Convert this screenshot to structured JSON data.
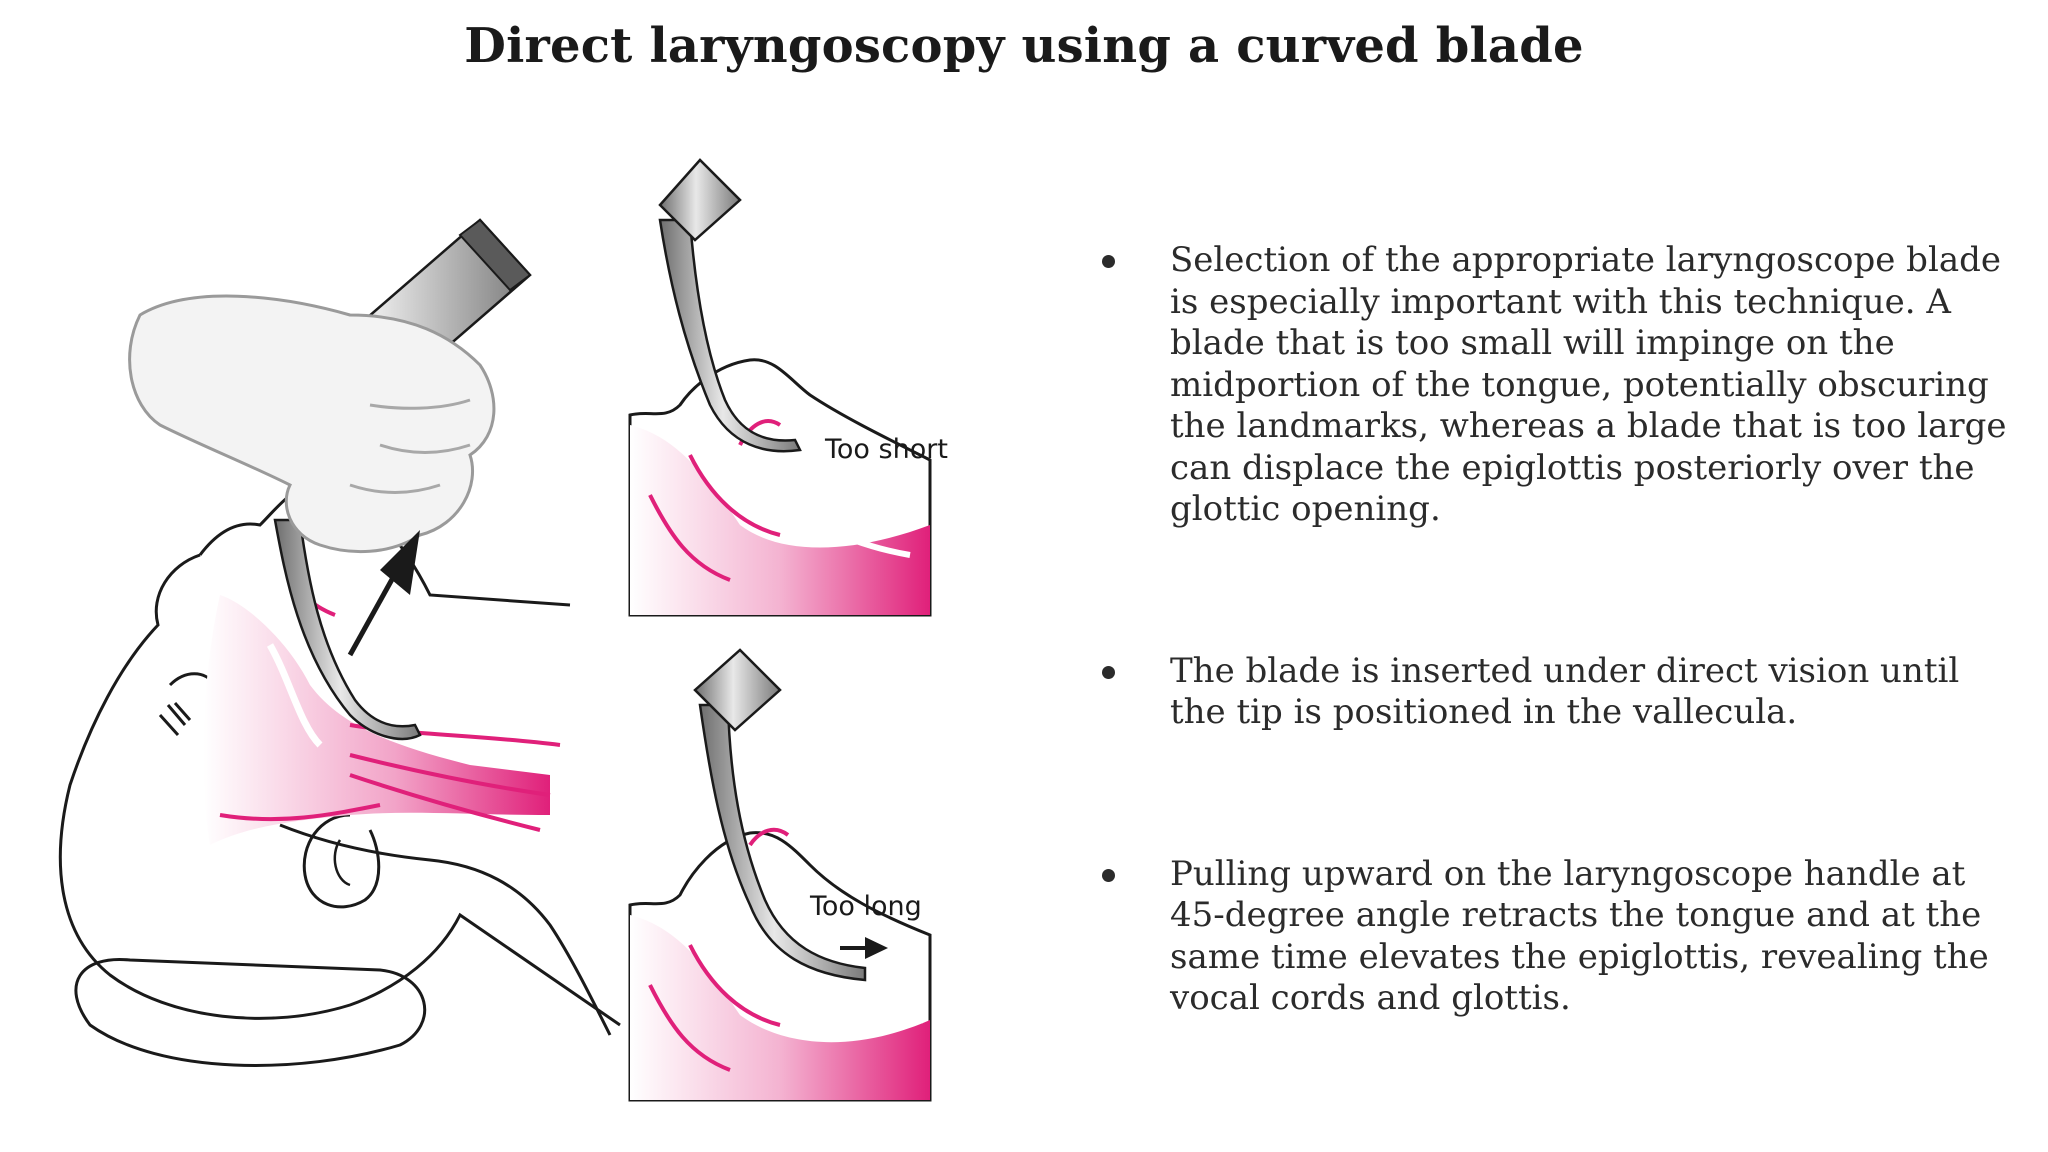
{
  "slide": {
    "title": "Direct laryngoscopy using a curved blade"
  },
  "illustration": {
    "labels": {
      "too_short": "Too short",
      "too_long": "Too long"
    },
    "colors": {
      "tissue": "#e0207a",
      "outline": "#1a1a1a",
      "metal": "#9a9a9a"
    }
  },
  "bullets": [
    "Selection of the appropriate laryngoscope blade is especially important with this technique. A blade that is too small will impinge on the midportion of the tongue, potentially obscuring the landmarks, whereas a blade that is too large can displace the epiglottis posteriorly over the glottic opening.",
    "The blade is inserted under direct vision until the tip is positioned in the vallecula.",
    "Pulling upward on the laryngoscope handle at 45-degree angle retracts the tongue and at the same time elevates the epiglottis, revealing the vocal cords and glottis."
  ]
}
